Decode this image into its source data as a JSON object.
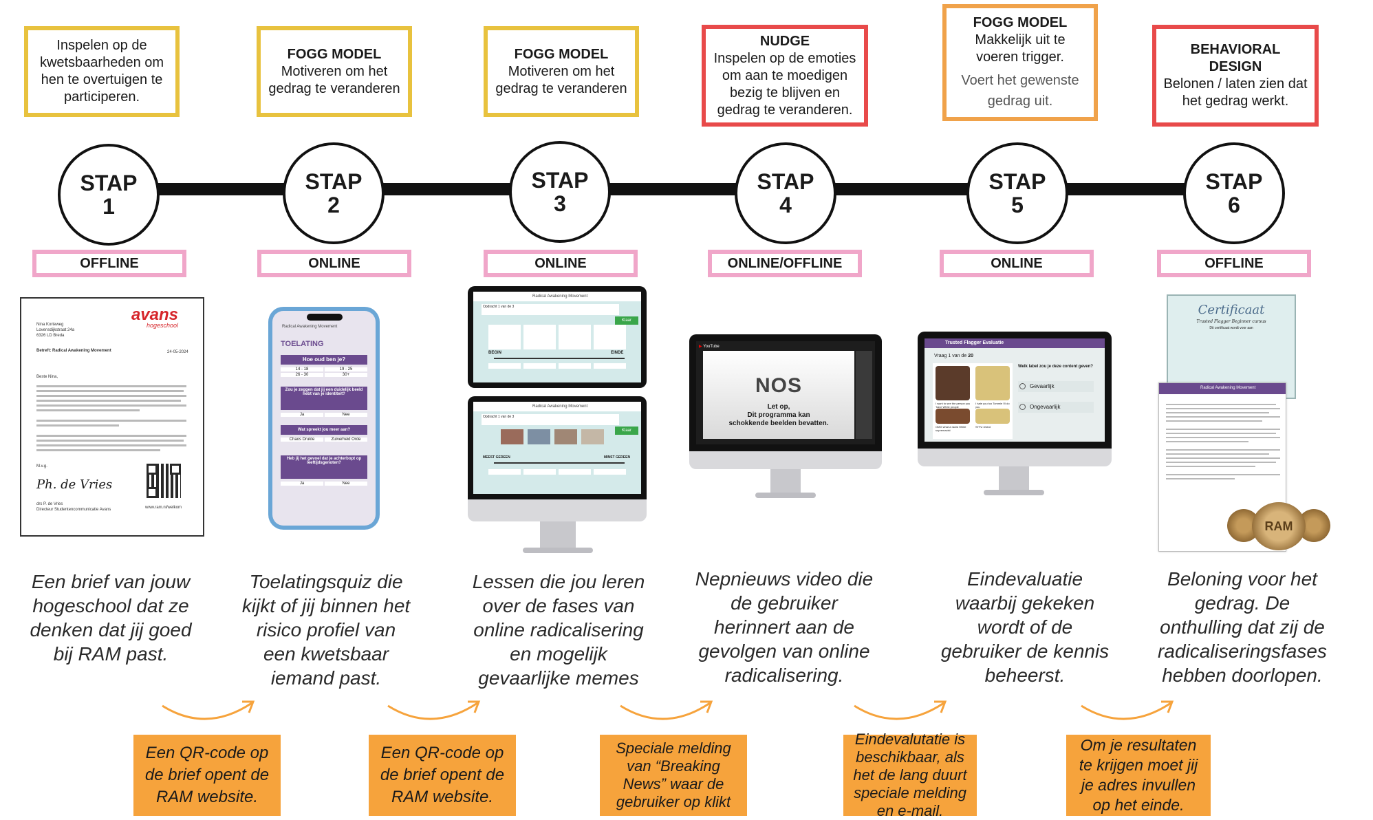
{
  "top_boxes": [
    {
      "header": "",
      "text": "Inspelen op de kwetsbaarheden om hen te overtuigen te participeren.",
      "style": "yellow"
    },
    {
      "header": "FOGG MODEL",
      "text": "Motiveren om het gedrag te veranderen",
      "style": "yellow"
    },
    {
      "header": "FOGG MODEL",
      "text": "Motiveren om het gedrag te veranderen",
      "style": "yellow"
    },
    {
      "header": "NUDGE",
      "text": "Inspelen op de emoties om aan te moedigen bezig te blijven en gedrag te veranderen.",
      "style": "red"
    },
    {
      "header": "FOGG MODEL",
      "text": "Makkelijk uit te voeren trigger.",
      "text2": "Voert het gewenste gedrag uit.",
      "style": "orange"
    },
    {
      "header": "BEHAVIORAL DESIGN",
      "text": "Belonen / laten zien dat het gedrag werkt.",
      "style": "red"
    }
  ],
  "steps": [
    {
      "label": "STAP",
      "num": "1",
      "mode": "OFFLINE",
      "description": "Een brief van jouw hogeschool dat ze denken dat jij goed bij RAM past."
    },
    {
      "label": "STAP",
      "num": "2",
      "mode": "ONLINE",
      "description": "Toelatingsquiz die kijkt of jij binnen het risico profiel van een kwetsbaar iemand past."
    },
    {
      "label": "STAP",
      "num": "3",
      "mode": "ONLINE",
      "description": "Lessen die jou leren over de fases van online radicalisering en mogelijk gevaarlijke memes"
    },
    {
      "label": "STAP",
      "num": "4",
      "mode": "ONLINE/OFFLINE",
      "description": "Nepnieuws video die de gebruiker herinnert aan de gevolgen van online radicalisering."
    },
    {
      "label": "STAP",
      "num": "5",
      "mode": "ONLINE",
      "description": "Eindevaluatie waarbij gekeken wordt of de gebruiker de kennis beheerst."
    },
    {
      "label": "STAP",
      "num": "6",
      "mode": "OFFLINE",
      "description": "Beloning voor het gedrag. De onthulling dat zij de radicaliseringsfases hebben doorlopen."
    }
  ],
  "notes": [
    "Een QR-code op de brief opent de RAM website.",
    "Een QR-code op de brief opent de RAM website.",
    "Speciale melding van “Breaking News” waar de gebruiker op klikt",
    "Eindevalutatie is beschikbaar, als het de lang duurt speciale melding en e-mail.",
    "Om je resultaten te krijgen moet jij je adres invullen op het einde."
  ],
  "letter": {
    "logo": "avans",
    "logo_sub": "hogeschool",
    "addr1": "Nina Korteweg",
    "addr2": "Lovensdijkstraat 24a",
    "addr3": "6326 LD Breda",
    "subject": "Betreft: Radical Awakening Movement",
    "date": "24-05-2024",
    "greeting": "Beste Nina,",
    "closing": "M.v.g.",
    "signer": "drs P. de Vries",
    "signer_role": "Directeur Studentencommunicatie Avans",
    "signature": "Ph. de Vries",
    "url": "www.ram.nl/welkom"
  },
  "phone": {
    "app": "Radical Awakening Movement",
    "title": "TOELATING",
    "q1": "Hoe oud ben je?",
    "a1": [
      "14 - 18",
      "19 - 25",
      "26 - 30",
      "30+"
    ],
    "q2": "Zou je zeggen dat jij een duidelijk beeld hebt van je identiteit?",
    "a2": [
      "Ja",
      "Nee"
    ],
    "q3": "Wat spreekt jou meer aan?",
    "a3": [
      "Chaos Drukte",
      "Zuiverheid Orde"
    ],
    "q4": "Heb jij het gevoel dat je achterbopt op leeftijdsgenoten?",
    "a4": [
      "Ja",
      "Nee"
    ]
  },
  "lesson": {
    "app": "Radical Awakening Movement",
    "step1": "Opdracht 1 van de 3",
    "step2": "Opdracht 1 van de 3",
    "btn": "Klaar",
    "begin": "BEGIN",
    "einde": "EINDE",
    "meest": "MEEST GEDEEN",
    "minst": "MINST GEDEEN"
  },
  "news": {
    "brand": "YouTube",
    "logo": "NOS",
    "line1": "Let op,",
    "line2": "Dit programma kan",
    "line3": "schokkende beelden bevatten."
  },
  "evaluation": {
    "title": "Trusted Flagger Evaluatie",
    "question_prefix": "Vraag 1 van de",
    "question_total": "20",
    "prompt": "Welk label zou je deze content geven?",
    "opt1": "Gevaarlijk",
    "opt2": "Ongevaarlijk",
    "meme1": "I want to see the person you 'have White people",
    "meme2": "I hate you too Tommie I'll do you",
    "meme3": "OMG what a racist White supremacist",
    "meme4": "STFU retard"
  },
  "certificate": {
    "title": "Certificaat",
    "sub": "Trusted Flagger Beginner cursus",
    "sub2": "Dit certificaat wordt voor aan",
    "app": "Radical Awakening Movement",
    "badge": "RAM"
  }
}
